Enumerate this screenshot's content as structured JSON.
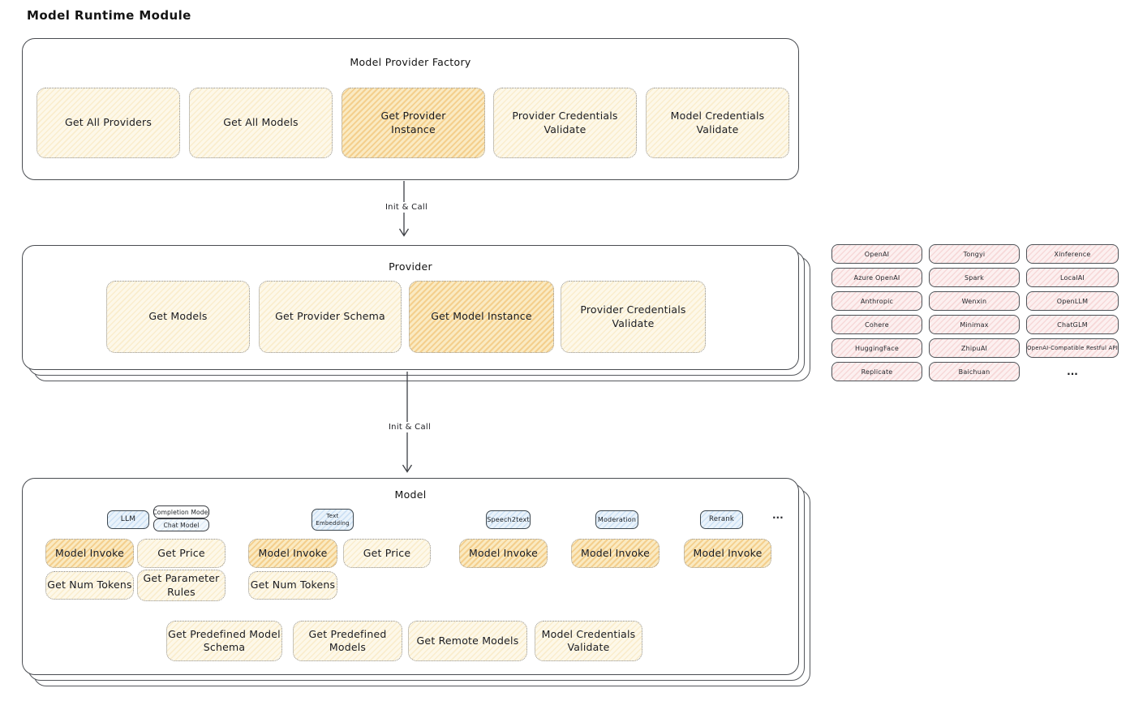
{
  "page": {
    "title": "Model Runtime Module"
  },
  "colors": {
    "cream_fill": "#FDF8E9",
    "highlight_fill": "#FAEAC2",
    "pink_fill": "#FCF0F0",
    "blue_fill": "#EAF3FB",
    "border_dark": "#494C51"
  },
  "factory": {
    "title": "Model Provider Factory",
    "items": [
      {
        "label": "Get All Providers"
      },
      {
        "label": "Get All Models"
      },
      {
        "label": "Get Provider\nInstance"
      },
      {
        "label": "Provider Credentials\nValidate"
      },
      {
        "label": "Model Credentials\nValidate"
      }
    ]
  },
  "arrows": {
    "init_call_1": "Init & Call",
    "init_call_2": "Init & Call"
  },
  "provider": {
    "title": "Provider",
    "items": [
      {
        "label": "Get Models"
      },
      {
        "label": "Get Provider Schema"
      },
      {
        "label": "Get Model Instance"
      },
      {
        "label": "Provider Credentials\nValidate"
      }
    ]
  },
  "provider_list": {
    "items": [
      "OpenAI",
      "Tongyi",
      "Xinference",
      "Azure OpenAI",
      "Spark",
      "LocalAI",
      "Anthropic",
      "Wenxin",
      "OpenLLM",
      "Cohere",
      "Minimax",
      "ChatGLM",
      "HuggingFace",
      "ZhipuAI",
      "OpenAI-Compatible Restful API",
      "Replicate",
      "Baichuan"
    ],
    "more": "..."
  },
  "model": {
    "title": "Model",
    "types": {
      "llm": "LLM",
      "completion": "Completion Model",
      "chat": "Chat Model",
      "text_embedding": "Text\nEmbedding",
      "speech2text": "Speech2text",
      "moderation": "Moderation",
      "rerank": "Rerank",
      "more": "..."
    },
    "functions": {
      "model_invoke": "Model Invoke",
      "get_price": "Get Price",
      "get_num_tokens": "Get Num Tokens",
      "get_parameter_rules": "Get Parameter\nRules",
      "get_predefined_model_schema": "Get Predefined Model\nSchema",
      "get_predefined_models": "Get Predefined\nModels",
      "get_remote_models": "Get Remote Models",
      "model_credentials_validate": "Model Credentials\nValidate"
    }
  }
}
